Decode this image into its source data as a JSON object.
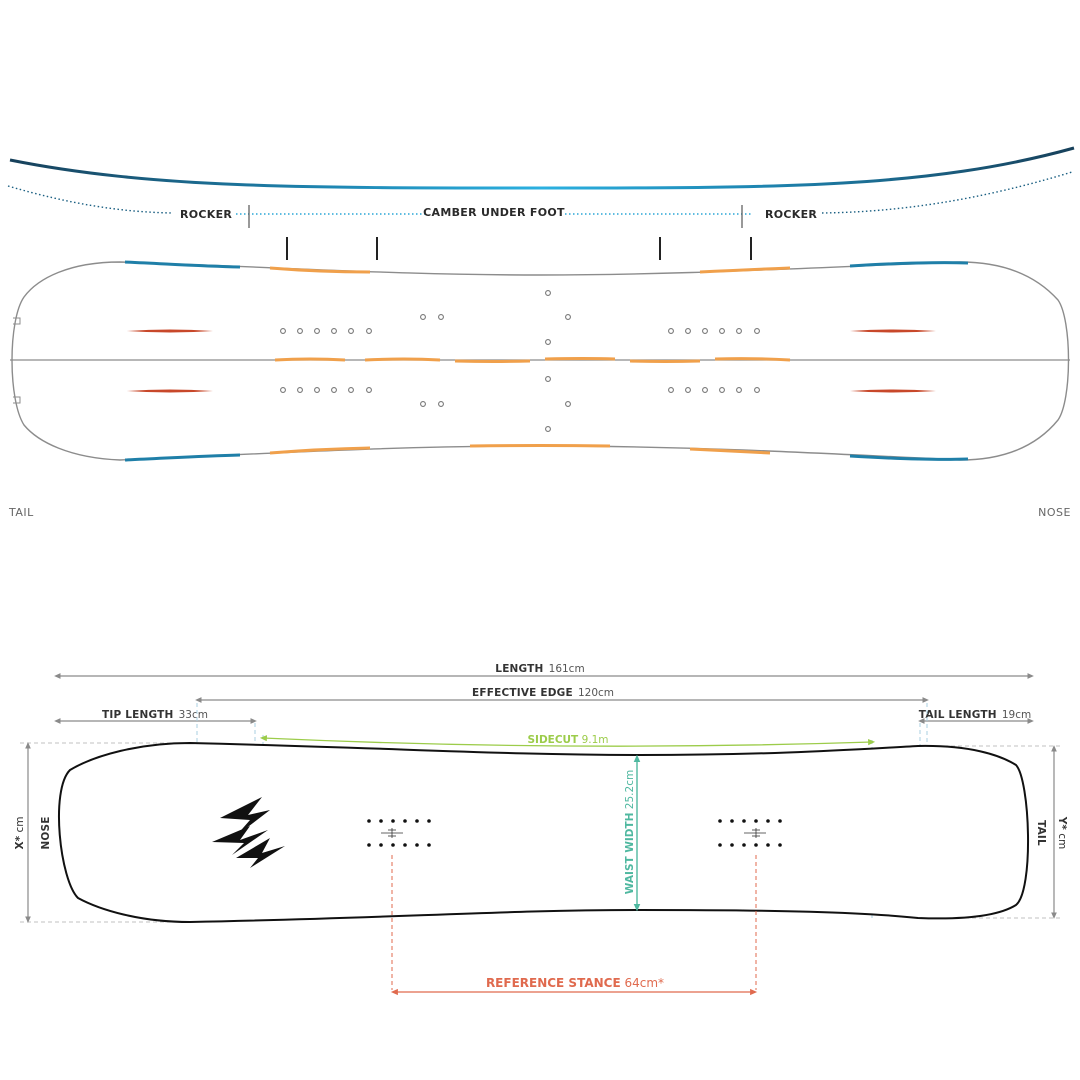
{
  "profile": {
    "rocker_left": "ROCKER",
    "camber": "CAMBER UNDER FOOT",
    "rocker_right": "ROCKER"
  },
  "board_top": {
    "tail_label": "TAIL",
    "nose_label": "NOSE"
  },
  "dimensions": {
    "length": {
      "label": "LENGTH",
      "value": "161cm"
    },
    "effective_edge": {
      "label": "EFFECTIVE EDGE",
      "value": "120cm"
    },
    "tip_length": {
      "label": "TIP LENGTH",
      "value": "33cm"
    },
    "tail_length": {
      "label": "TAIL LENGTH",
      "value": "19cm"
    },
    "sidecut": {
      "label": "SIDECUT",
      "value": "9.1m"
    },
    "waist_width": {
      "label": "WAIST WIDTH",
      "value": "25.2cm"
    },
    "reference_stance": {
      "label": "REFERENCE STANCE",
      "value": "64cm*"
    },
    "x_width": {
      "label": "X*",
      "unit": "cm"
    },
    "y_width": {
      "label": "Y*",
      "unit": "cm"
    },
    "nose_label": "NOSE",
    "tail_label": "TAIL"
  },
  "colors": {
    "rocker_blue": "#1f7fa8",
    "camber_blue": "#2aa6d6",
    "orange": "#f0a04b",
    "red": "#c8482a",
    "sidecut_green": "#9ccc4a",
    "waist_teal": "#4fb8a0",
    "stance_red": "#e06a4e",
    "dim_gray": "#8a8a8a"
  }
}
